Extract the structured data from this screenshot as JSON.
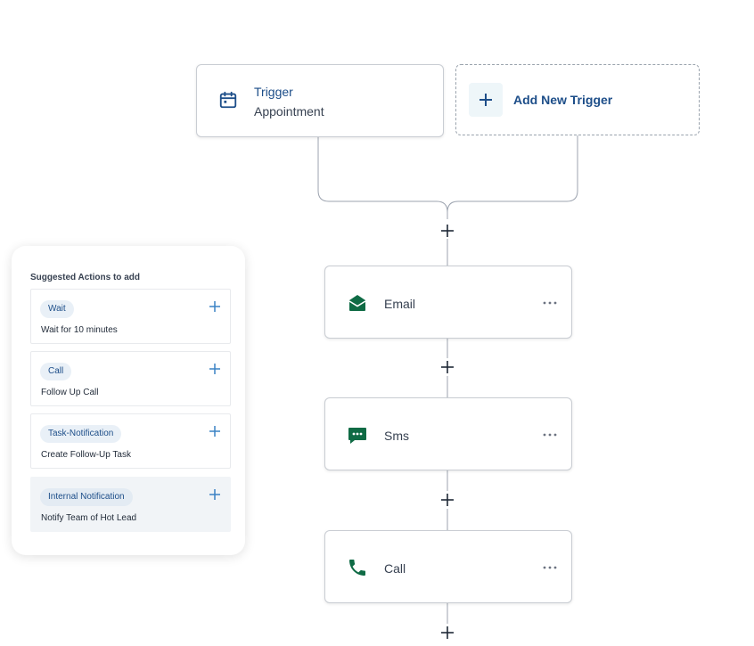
{
  "trigger": {
    "title": "Trigger",
    "subtitle": "Appointment",
    "icon": "calendar-icon"
  },
  "add_trigger": {
    "label": "Add New Trigger",
    "icon": "plus-icon"
  },
  "actions": [
    {
      "label": "Email",
      "icon": "email-icon"
    },
    {
      "label": "Sms",
      "icon": "sms-icon"
    },
    {
      "label": "Call",
      "icon": "phone-icon"
    }
  ],
  "suggested": {
    "title": "Suggested Actions to add",
    "items": [
      {
        "tag": "Wait",
        "description": "Wait for 10 minutes"
      },
      {
        "tag": "Call",
        "description": "Follow Up Call"
      },
      {
        "tag": "Task-Notification",
        "description": "Create Follow-Up Task"
      },
      {
        "tag": "Internal Notification",
        "description": "Notify Team of Hot Lead"
      }
    ]
  },
  "colors": {
    "accent_blue": "#1d4e89",
    "icon_green": "#0f6b45",
    "plus_blue": "#3b82c4",
    "connector": "#9ca3af"
  }
}
